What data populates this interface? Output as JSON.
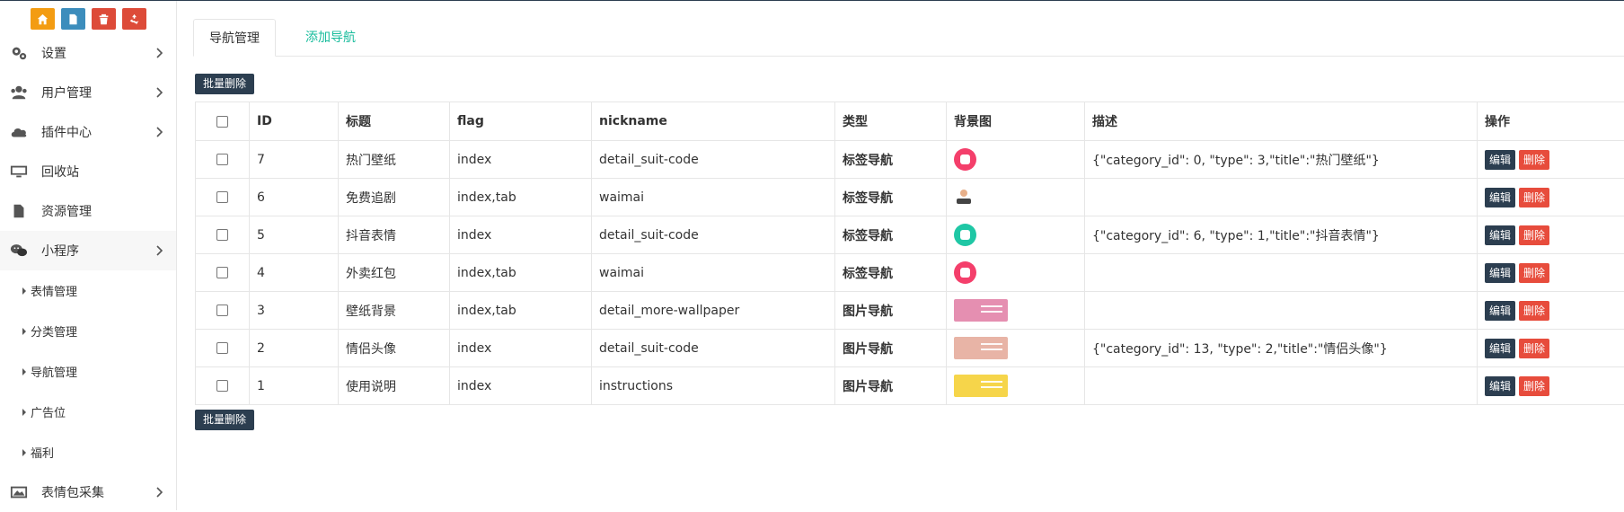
{
  "quick_buttons": [
    {
      "icon": "home-icon",
      "color": "#f39c12"
    },
    {
      "icon": "file-icon",
      "color": "#3c8dbc"
    },
    {
      "icon": "trash-icon",
      "color": "#dd4b39"
    },
    {
      "icon": "recycle-icon",
      "color": "#dd4b39"
    }
  ],
  "sidebar": {
    "items": [
      {
        "label": "设置",
        "icon": "gears-icon",
        "has_children": true
      },
      {
        "label": "用户管理",
        "icon": "users-icon",
        "has_children": true
      },
      {
        "label": "插件中心",
        "icon": "cloud-icon",
        "has_children": true
      },
      {
        "label": "回收站",
        "icon": "monitor-icon",
        "has_children": false
      },
      {
        "label": "资源管理",
        "icon": "file-icon",
        "has_children": false
      },
      {
        "label": "小程序",
        "icon": "wechat-icon",
        "has_children": true,
        "active": true
      }
    ],
    "subitems": [
      "表情管理",
      "分类管理",
      "导航管理",
      "广告位",
      "福利"
    ],
    "bottom_item": {
      "label": "表情包采集",
      "icon": "image-icon",
      "has_children": true
    }
  },
  "tabs": {
    "active": "导航管理",
    "add": "添加导航"
  },
  "bulk_delete_label": "批量删除",
  "table": {
    "columns": [
      "",
      "ID",
      "标题",
      "flag",
      "nickname",
      "类型",
      "背景图",
      "描述",
      "操作"
    ],
    "rows": [
      {
        "id": "7",
        "title": "热门壁纸",
        "flag": "index",
        "nickname": "detail_suit-code",
        "type": "标签导航",
        "thumb": "icon",
        "thumb_color": "#f43f6b",
        "desc": "{\"category_id\": 0, \"type\": 3,\"title\":\"热门壁纸\"}"
      },
      {
        "id": "6",
        "title": "免费追剧",
        "flag": "index,tab",
        "nickname": "waimai",
        "type": "标签导航",
        "thumb": "figure",
        "thumb_color": "#ffffff",
        "desc": ""
      },
      {
        "id": "5",
        "title": "抖音表情",
        "flag": "index",
        "nickname": "detail_suit-code",
        "type": "标签导航",
        "thumb": "icon",
        "thumb_color": "#1fc7a5",
        "desc": "{\"category_id\": 6, \"type\": 1,\"title\":\"抖音表情\"}"
      },
      {
        "id": "4",
        "title": "外卖红包",
        "flag": "index,tab",
        "nickname": "waimai",
        "type": "标签导航",
        "thumb": "icon",
        "thumb_color": "#f43f6b",
        "desc": ""
      },
      {
        "id": "3",
        "title": "壁纸背景",
        "flag": "index,tab",
        "nickname": "detail_more-wallpaper",
        "type": "图片导航",
        "thumb": "rect",
        "thumb_color": "#e58fb1",
        "desc": ""
      },
      {
        "id": "2",
        "title": "情侣头像",
        "flag": "index",
        "nickname": "detail_suit-code",
        "type": "图片导航",
        "thumb": "rect",
        "thumb_color": "#e8b4a6",
        "desc": "{\"category_id\": 13, \"type\": 2,\"title\":\"情侣头像\"}"
      },
      {
        "id": "1",
        "title": "使用说明",
        "flag": "index",
        "nickname": "instructions",
        "type": "图片导航",
        "thumb": "rect",
        "thumb_color": "#f6d54a",
        "desc": ""
      }
    ],
    "edit_label": "编辑",
    "delete_label": "删除"
  }
}
